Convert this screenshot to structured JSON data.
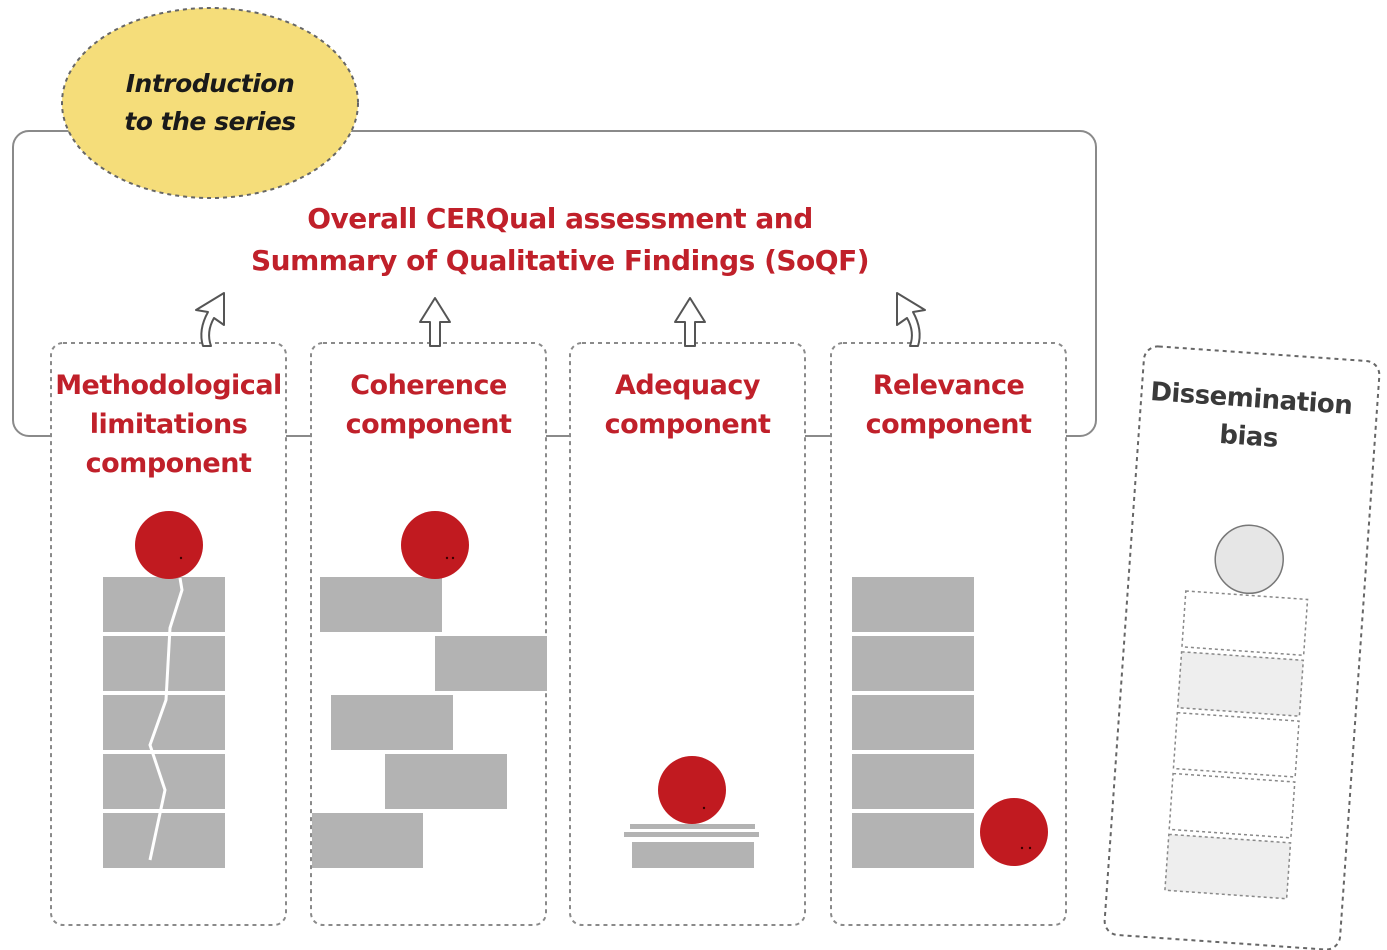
{
  "intro": {
    "line1": "Introduction",
    "line2": "to the series"
  },
  "overall": {
    "line1": "Overall CERQual assessment and",
    "line2": "Summary of Qualitative Findings (SoQF)"
  },
  "components": [
    {
      "line1": "Methodological",
      "line2": "limitations",
      "line3": "component"
    },
    {
      "line1": "Coherence",
      "line2": "component"
    },
    {
      "line1": "Adequacy",
      "line2": "component"
    },
    {
      "line1": "Relevance",
      "line2": "component"
    }
  ],
  "dissemination": {
    "line1": "Dissemination",
    "line2": "bias"
  },
  "colors": {
    "accent": "#c0202a",
    "ball": "#c11a20",
    "brick": "#b3b3b3",
    "intro_fill": "#f5dd7a",
    "ghost_ball": "#e6e6e6"
  }
}
